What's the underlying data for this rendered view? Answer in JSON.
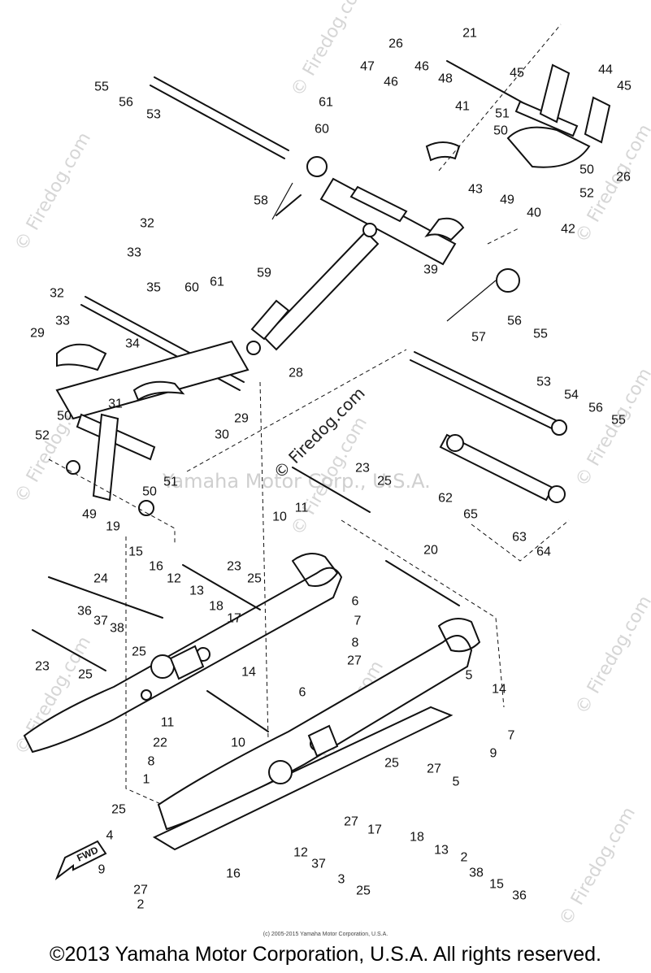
{
  "watermark": {
    "text": "© Firedog.com",
    "color": "#d6d6d6"
  },
  "center_watermark": "Yamaha Motor Corp., U.S.A.",
  "fwd_label": "FWD",
  "fine_print": "(c) 2005-2015 Yamaha Motor Corporation, U.S.A.",
  "copyright": "©2013 Yamaha Motor Corporation, U.S.A. All rights reserved.",
  "callouts": [
    "26",
    "21",
    "47",
    "46",
    "46",
    "48",
    "45",
    "44",
    "45",
    "55",
    "56",
    "53",
    "61",
    "41",
    "51",
    "60",
    "50",
    "50",
    "26",
    "43",
    "52",
    "58",
    "49",
    "40",
    "42",
    "32",
    "39",
    "33",
    "59",
    "60",
    "61",
    "35",
    "32",
    "57",
    "33",
    "56",
    "55",
    "34",
    "29",
    "28",
    "53",
    "54",
    "56",
    "55",
    "29",
    "31",
    "50",
    "30",
    "52",
    "51",
    "23",
    "25",
    "49",
    "50",
    "19",
    "62",
    "65",
    "10",
    "11",
    "63",
    "64",
    "15",
    "16",
    "23",
    "20",
    "25",
    "12",
    "24",
    "13",
    "6",
    "18",
    "36",
    "37",
    "38",
    "17",
    "7",
    "23",
    "25",
    "8",
    "25",
    "14",
    "27",
    "5",
    "14",
    "6",
    "11",
    "7",
    "22",
    "10",
    "9",
    "25",
    "8",
    "27",
    "5",
    "1",
    "25",
    "27",
    "17",
    "18",
    "13",
    "2",
    "4",
    "12",
    "38",
    "37",
    "3",
    "9",
    "16",
    "15",
    "36",
    "25",
    "27",
    "2"
  ]
}
